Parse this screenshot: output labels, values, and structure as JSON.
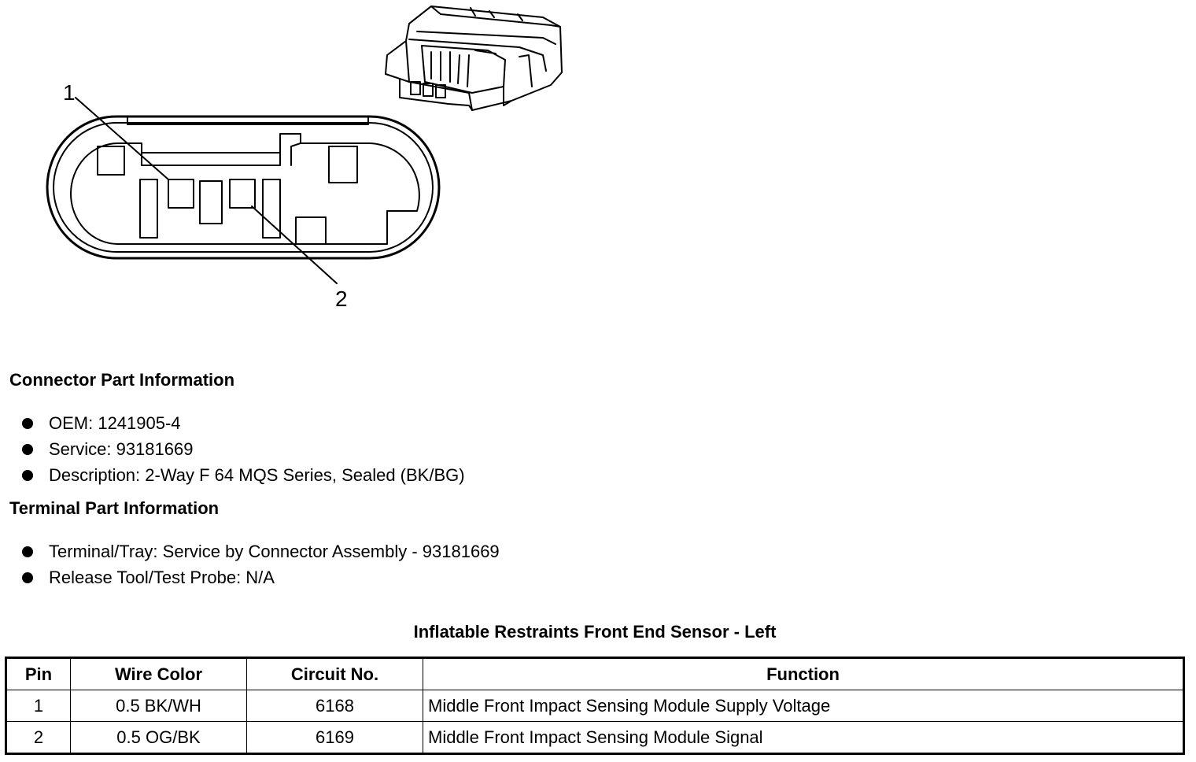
{
  "callouts": {
    "one": "1",
    "two": "2"
  },
  "connector_info": {
    "title": "Connector Part Information",
    "items": [
      "OEM: 1241905-4",
      "Service: 93181669",
      "Description: 2-Way F 64 MQS Series, Sealed (BK/BG)"
    ]
  },
  "terminal_info": {
    "title": "Terminal Part Information",
    "items": [
      "Terminal/Tray: Service by Connector Assembly - 93181669",
      "Release Tool/Test Probe: N/A"
    ]
  },
  "table": {
    "title": "Inflatable Restraints Front End Sensor - Left",
    "headers": [
      "Pin",
      "Wire Color",
      "Circuit No.",
      "Function"
    ],
    "rows": [
      [
        "1",
        "0.5 BK/WH",
        "6168",
        "Middle Front Impact Sensing Module Supply Voltage"
      ],
      [
        "2",
        "0.5 OG/BK",
        "6169",
        "Middle Front Impact Sensing Module Signal"
      ]
    ]
  }
}
